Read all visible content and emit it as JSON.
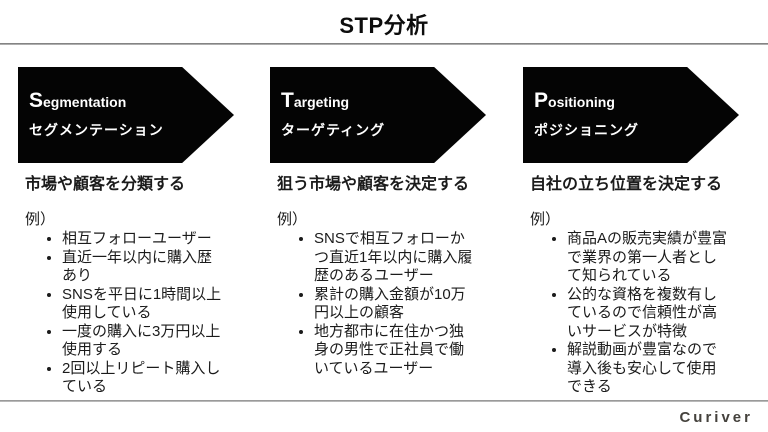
{
  "page": {
    "title": "STP分析",
    "logo": "Curiver"
  },
  "colors": {
    "arrow_bg": "#040404",
    "arrow_text": "#ffffff",
    "body_text": "#1b1b1b",
    "logo_text": "#45423d",
    "rule": "#8b8b8b"
  },
  "columns": [
    {
      "id": "segmentation",
      "initial": "S",
      "label_rest": "egmentation",
      "label_jp": "セグメンテーション",
      "subtitle": "市場や顧客を分類する",
      "example_label": "例）",
      "bullets": [
        "相互フォローユーザー",
        "直近一年以内に購入歴あり",
        "SNSを平日に1時間以上使用している",
        "一度の購入に3万円以上使用する",
        "2回以上リピート購入している"
      ]
    },
    {
      "id": "targeting",
      "initial": "T",
      "label_rest": "argeting",
      "label_jp": "ターゲティング",
      "subtitle": "狙う市場や顧客を決定する",
      "example_label": "例）",
      "bullets": [
        "SNSで相互フォローかつ直近1年以内に購入履歴のあるユーザー",
        "累計の購入金額が10万円以上の顧客",
        "地方都市に在住かつ独身の男性で正社員で働いているユーザー"
      ]
    },
    {
      "id": "positioning",
      "initial": "P",
      "label_rest": "ositioning",
      "label_jp": "ポジショニング",
      "subtitle": "自社の立ち位置を決定する",
      "example_label": "例）",
      "bullets": [
        "商品Aの販売実績が豊富で業界の第一人者として知られている",
        "公的な資格を複数有しているので信頼性が高いサービスが特徴",
        "解説動画が豊富なので導入後も安心して使用できる"
      ]
    }
  ]
}
